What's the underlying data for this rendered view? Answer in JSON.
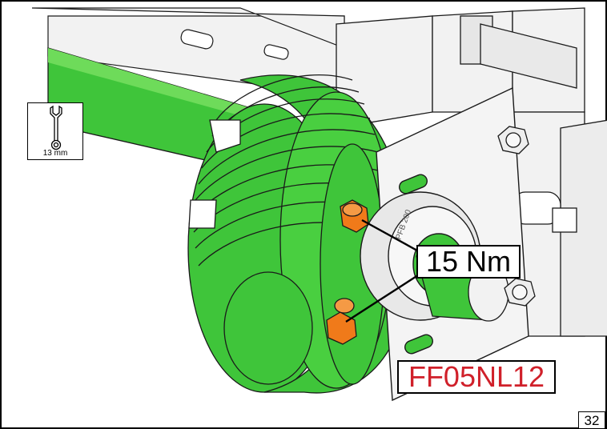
{
  "figure": {
    "torque_label": "15 Nm",
    "part_code": "FF05NL12",
    "page_number": "32",
    "tool": {
      "icon": "wrench-icon",
      "size_label": "13 mm"
    }
  },
  "colors": {
    "drum_green": "#3fc53a",
    "drum_green_light": "#6edb5a",
    "bolt_orange": "#f07a1a",
    "code_red": "#d0202a",
    "metal_grey": "#efefef",
    "outline": "#1a1a1a"
  }
}
